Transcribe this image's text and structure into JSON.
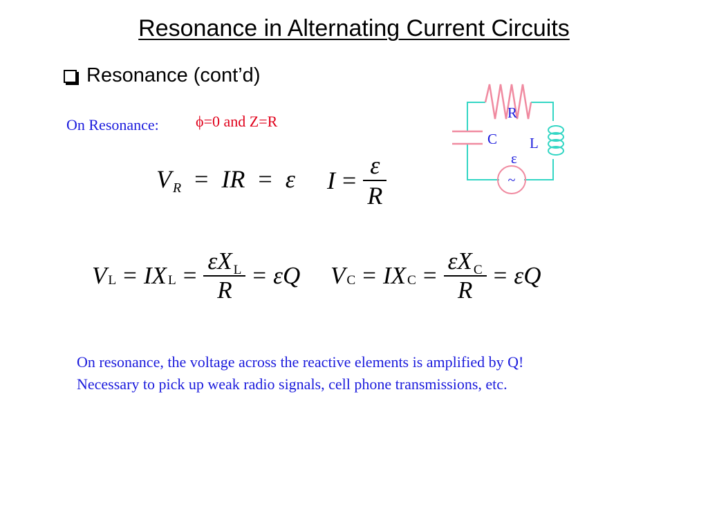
{
  "slide": {
    "title": "Resonance in Alternating Current Circuits",
    "bullet_text": "Resonance (cont’d)"
  },
  "labels": {
    "on_resonance": "On Resonance:",
    "condition": "ϕ=0 and Z=R"
  },
  "equations": {
    "eq1": {
      "v": "V",
      "v_sub": "R",
      "eq_a": "=",
      "ir": "IR",
      "eq_b": "=",
      "emf": "ε"
    },
    "eq2": {
      "i": "I",
      "eq": "=",
      "num": "ε",
      "den": "R"
    },
    "eq3": {
      "v": "V",
      "v_sub": "L",
      "eq_a": "=",
      "ix": "IX",
      "ix_sub": "L",
      "eq_b": "=",
      "num_emf": "ε",
      "num_x": "X",
      "num_sub": "L",
      "den": "R",
      "eq_c": "=",
      "result": "εQ"
    },
    "eq4": {
      "v": "V",
      "v_sub": "C",
      "eq_a": "=",
      "ix": "IX",
      "ix_sub": "C",
      "eq_b": "=",
      "num_emf": "ε",
      "num_x": "X",
      "num_sub": "C",
      "den": "R",
      "eq_c": "=",
      "result": "εQ"
    }
  },
  "circuit": {
    "label_r": "R",
    "label_c": "C",
    "label_l": "L",
    "label_emf": "ε",
    "source_symbol": "~",
    "wire_color": "#33d6c4",
    "component_color": "#f08aa0"
  },
  "notes": {
    "line1": "On resonance, the voltage across the reactive elements is amplified by Q!",
    "line2": "Necessary to pick up weak radio signals, cell phone transmissions, etc."
  },
  "colors": {
    "blue_text": "#1a1adc",
    "red_text": "#e0001a"
  }
}
